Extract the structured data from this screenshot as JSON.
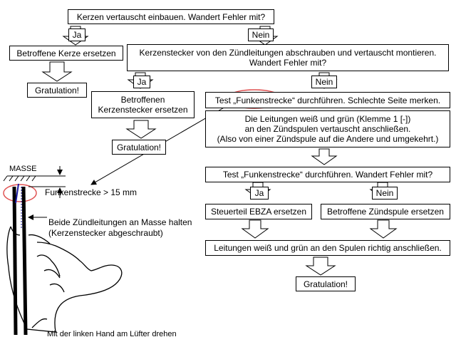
{
  "q_swap_plugs": "Kerzen vertauscht einbauen. Wandert Fehler mit?",
  "ja1": "Ja",
  "nein1": "Nein",
  "replace_plug": "Betroffene Kerze ersetzen",
  "swap_caps": "Kerzenstecker von den Zündleitungen abschrauben und vertauscht montieren.\nWandert Fehler mit?",
  "congrats1": "Gratulation!",
  "ja2": "Ja",
  "nein2": "Nein",
  "replace_cap": "Betroffenen\nKerzenstecker ersetzen",
  "test_spark_mark": "Test „Funkenstrecke“ durchführen. Schlechte Seite merken.",
  "swap_wires": "Die Leitungen weiß und grün (Klemme 1 [-])\nan den Zündspulen vertauscht anschließen.\n(Also von einer Zündspule auf die Andere und umgekehrt.)",
  "congrats2": "Gratulation!",
  "masse": "MASSE",
  "spark_gap": "Funkenstrecke > 15 mm",
  "test_spark_q": "Test „Funkenstrecke“ durchführen. Wandert Fehler mit?",
  "ja3": "Ja",
  "nein3": "Nein",
  "hold_leads": "Beide Zündleitungen an Masse halten\n(Kerzenstecker abgeschraubt)",
  "replace_ebza": "Steuerteil EBZA ersetzen",
  "replace_coil": "Betroffene Zündspule ersetzen",
  "reconnect": "Leitungen weiß und grün an den Spulen richtig anschließen.",
  "congrats3": "Gratulation!",
  "turn_fan": "Mit der linken Hand am Lüfter drehen",
  "colors": {
    "highlight_ellipse": "#e05050",
    "wire_blue": "#1a1aa0",
    "line": "#000000"
  }
}
